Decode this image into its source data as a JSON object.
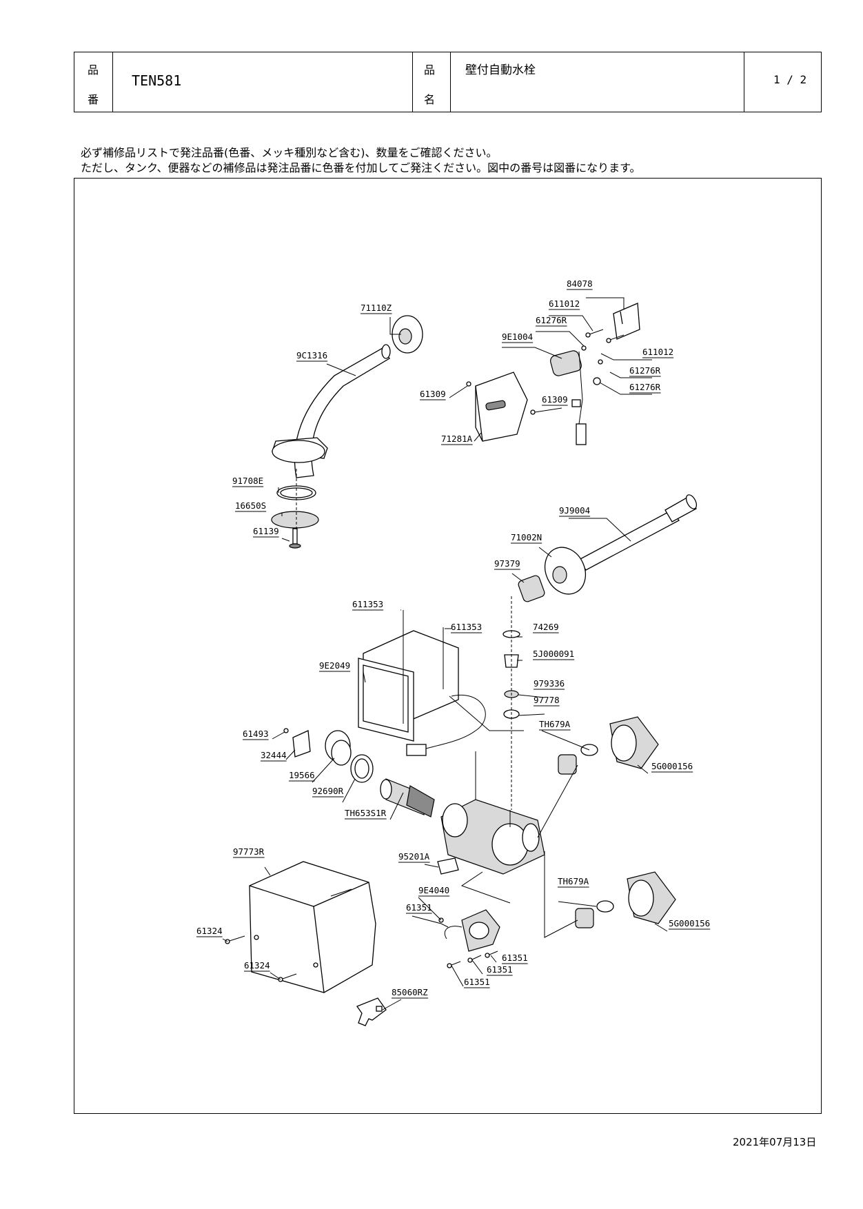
{
  "header": {
    "code_label_1": "品",
    "code_label_2": "番",
    "code_value": "TEN581",
    "name_label_1": "品",
    "name_label_2": "名",
    "name_value": "壁付自動水栓",
    "page": "1 / 2"
  },
  "notice": {
    "line1": "必ず補修品リストで発注品番(色番、メッキ種別など含む)、数量をご確認ください。",
    "line2": "ただし、タンク、便器などの補修品は発注品番に色番を付加してご発注ください。図中の番号は図番になります。"
  },
  "parts": {
    "p84078": "84078",
    "p611012a": "611012",
    "p61276Ra": "61276R",
    "p9E1004": "9E1004",
    "p611012b": "611012",
    "p61276Rb": "61276R",
    "p61276Rc": "61276R",
    "p61309a": "61309",
    "p61309b": "61309",
    "p71281A": "71281A",
    "p71110Z": "71110Z",
    "p9C1316": "9C1316",
    "p91708E": "91708E",
    "p16650S": "16650S",
    "p61139": "61139",
    "p9J9004": "9J9004",
    "p71002N": "71002N",
    "p97379": "97379",
    "p611353a": "611353",
    "p611353b": "611353",
    "p74269": "74269",
    "p5J000091": "5J000091",
    "p9E2049": "9E2049",
    "p979336": "979336",
    "p97778": "97778",
    "pTH679Aa": "TH679A",
    "p5G000156a": "5G000156",
    "p61493": "61493",
    "p32444": "32444",
    "p19566": "19566",
    "p92690R": "92690R",
    "pTH653S1R": "TH653S1R",
    "p97773R": "97773R",
    "p95201A": "95201A",
    "p9E4040": "9E4040",
    "p61351a": "61351",
    "pTH679Ab": "TH679A",
    "p5G000156b": "5G000156",
    "p61324a": "61324",
    "p61324b": "61324",
    "p61351b": "61351",
    "p61351c": "61351",
    "p61351d": "61351",
    "p85060RZ": "85060RZ"
  },
  "date": "2021年07月13日"
}
